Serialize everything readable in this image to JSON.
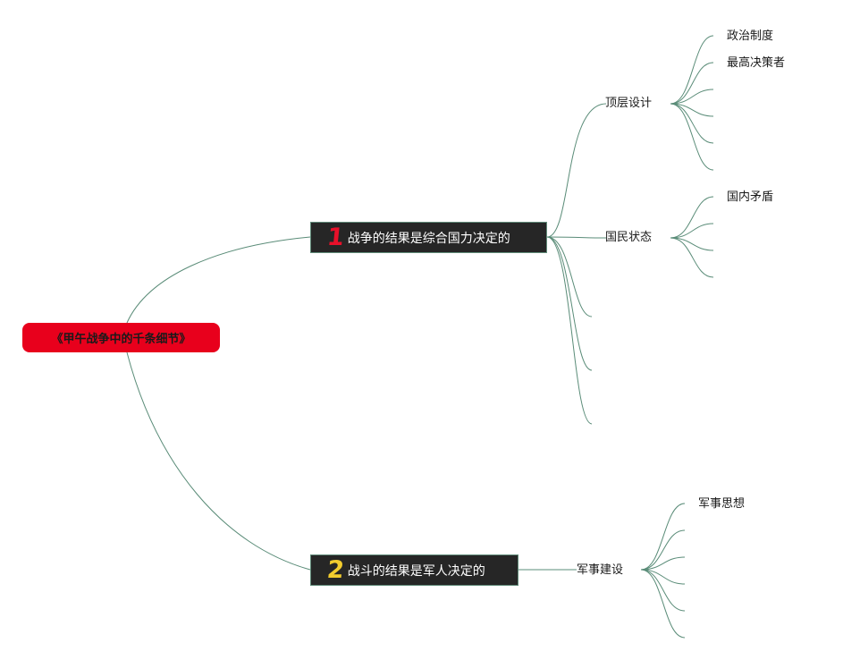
{
  "root": {
    "label": "《甲午战争中的千条细节》"
  },
  "branches": [
    {
      "number": "1",
      "label": "战争的结果是综合国力决定的",
      "number_color": "#e8102a",
      "children": [
        {
          "label": "顶层设计",
          "children": [
            "政治制度",
            "最高决策者",
            "",
            "",
            "",
            ""
          ]
        },
        {
          "label": "国民状态",
          "children": [
            "国内矛盾",
            "",
            "",
            ""
          ]
        },
        {
          "label": "",
          "children": []
        },
        {
          "label": "",
          "children": []
        },
        {
          "label": "",
          "children": []
        }
      ]
    },
    {
      "number": "2",
      "label": "战斗的结果是军人决定的",
      "number_color": "#f2cc2e",
      "children": [
        {
          "label": "军事建设",
          "children": [
            "军事思想",
            "",
            "",
            "",
            "",
            ""
          ]
        }
      ]
    }
  ],
  "colors": {
    "root_fill": "#e8001c",
    "main_fill": "#262626",
    "line": "#5a8c78"
  }
}
